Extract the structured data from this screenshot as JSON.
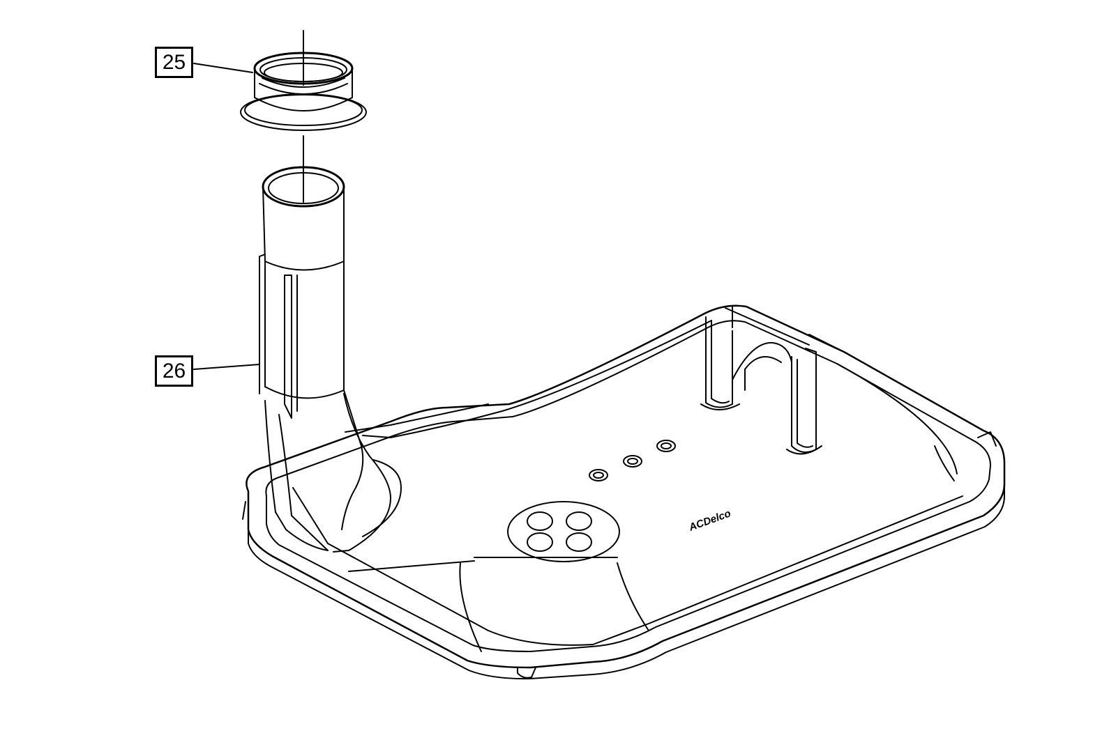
{
  "callouts": [
    {
      "id": "25",
      "label": "25",
      "part": "filter-seal"
    },
    {
      "id": "26",
      "label": "26",
      "part": "transmission-filter"
    }
  ],
  "filter_brand_mark": "ACDelco",
  "colors": {
    "line": "#000000",
    "background": "#ffffff"
  }
}
